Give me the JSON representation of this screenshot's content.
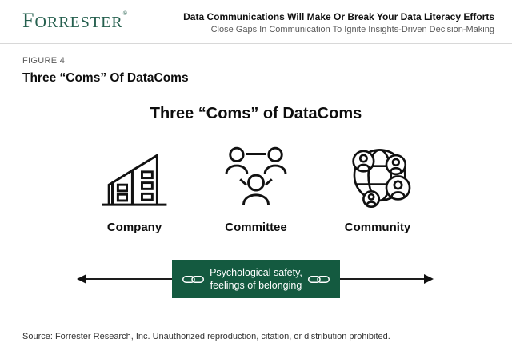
{
  "header": {
    "logo_text": "FORRESTER",
    "logo_registered": "®",
    "title": "Data Communications Will Make Or Break Your Data Literacy Efforts",
    "subtitle": "Close Gaps In Communication To Ignite Insights-Driven Decision-Making"
  },
  "figure": {
    "label": "FIGURE 4",
    "heading": "Three “Coms” Of DataComs"
  },
  "diagram": {
    "title": "Three “Coms” of DataComs",
    "items": [
      {
        "icon": "building-icon",
        "label": "Company"
      },
      {
        "icon": "people-network-icon",
        "label": "Committee"
      },
      {
        "icon": "globe-people-icon",
        "label": "Community"
      }
    ],
    "banner": {
      "line1": "Psychological safety,",
      "line2": "feelings of belonging",
      "icon": "chain-link-icon",
      "bg_color": "#145A40",
      "text_color": "#ffffff"
    },
    "arrow": {
      "type": "double-headed",
      "color": "#111111"
    }
  },
  "footer": {
    "source": "Source: Forrester Research, Inc. Unauthorized reproduction, citation, or distribution prohibited."
  },
  "colors": {
    "brand_green": "#26604F",
    "banner_green": "#145A40",
    "text_dark": "#111111",
    "text_gray": "#595959",
    "divider": "#d8d8d8"
  }
}
